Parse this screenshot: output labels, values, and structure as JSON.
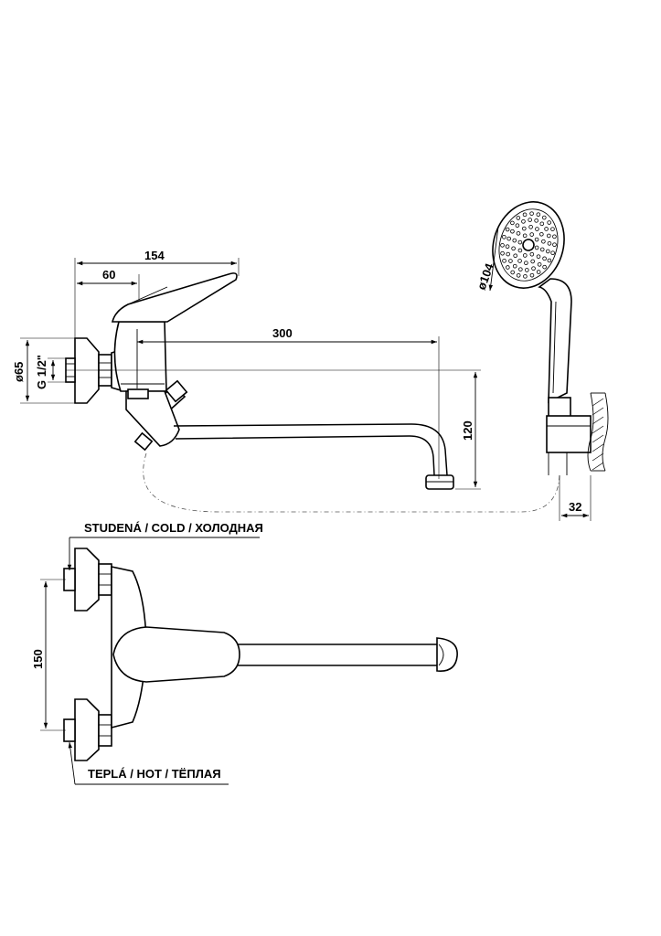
{
  "dimensions": {
    "overall_length": "154",
    "body_depth": "60",
    "spout_reach": "300",
    "spout_height": "120",
    "flange_diameter": "ø65",
    "thread": "G 1/2\"",
    "head_diameter": "ø104",
    "holder_offset": "32",
    "inlet_spacing": "150"
  },
  "labels": {
    "cold": "STUDENÁ / COLD / ХОЛОДНАЯ",
    "hot": "TEPLÁ / HOT / TЁПЛАЯ"
  }
}
